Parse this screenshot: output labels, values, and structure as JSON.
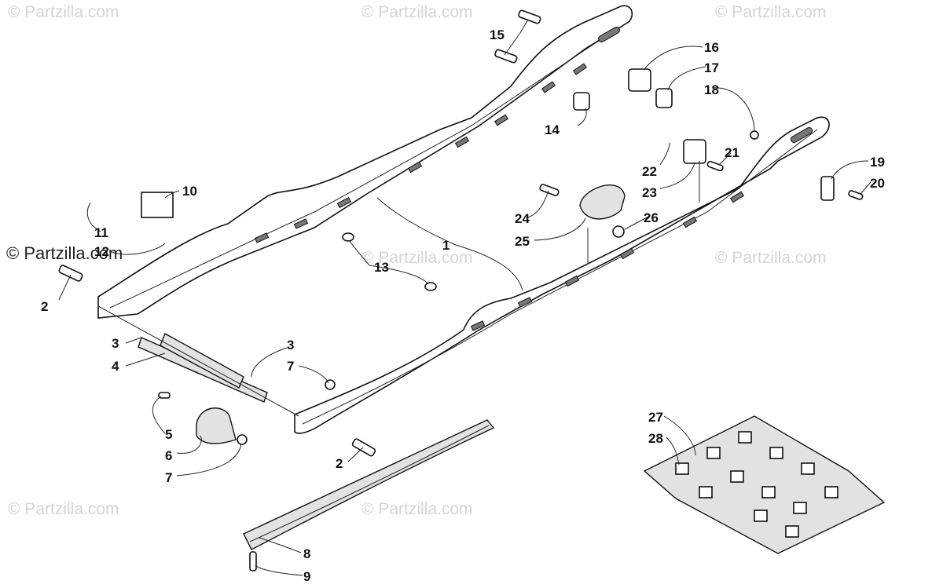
{
  "watermark": "© Partzilla.com",
  "watermark_dark": "© Partzilla.com",
  "callouts": [
    "1",
    "2",
    "2",
    "3",
    "3",
    "4",
    "5",
    "6",
    "7",
    "7",
    "8",
    "9",
    "10",
    "11",
    "12",
    "13",
    "14",
    "15",
    "16",
    "17",
    "18",
    "19",
    "20",
    "21",
    "22",
    "23",
    "24",
    "25",
    "26",
    "27",
    "28"
  ],
  "colors": {
    "line": "#111111",
    "watermark": "#d4d4d4",
    "background": "#ffffff"
  }
}
